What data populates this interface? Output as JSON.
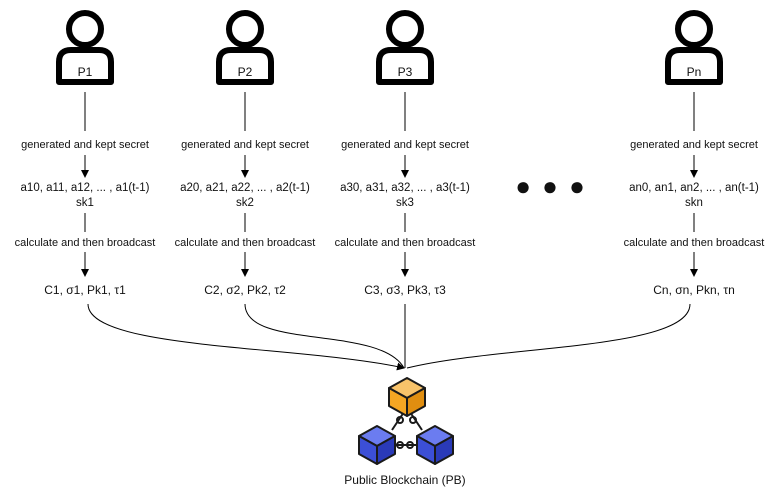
{
  "participants": [
    {
      "name": "P1",
      "secret_step": "generated and kept secret",
      "coefficients": "a10, a11, a12, ... , a1(t-1)",
      "secret_key": "sk1",
      "broadcast_step": "calculate and then broadcast",
      "commitments": "C1, σ1, Pk1, τ1"
    },
    {
      "name": "P2",
      "secret_step": "generated and kept secret",
      "coefficients": "a20, a21, a22, ... , a2(t-1)",
      "secret_key": "sk2",
      "broadcast_step": "calculate and then broadcast",
      "commitments": "C2, σ2, Pk2, τ2"
    },
    {
      "name": "P3",
      "secret_step": "generated and kept secret",
      "coefficients": "a30, a31, a32, ... , a3(t-1)",
      "secret_key": "sk3",
      "broadcast_step": "calculate and then broadcast",
      "commitments": "C3, σ3, Pk3, τ3"
    },
    {
      "name": "Pn",
      "secret_step": "generated and kept secret",
      "coefficients": "an0, an1, an2, ... , an(t-1)",
      "secret_key": "skn",
      "broadcast_step": "calculate and then broadcast",
      "commitments": "Cn, σn, Pkn, τn"
    }
  ],
  "ellipsis": "● ● ●",
  "blockchain": {
    "label": "Public Blockchain (PB)",
    "icon": "blockchain-icon",
    "colors": {
      "top_cube": "#f5a623",
      "bottom_cubes": "#3c4fd6",
      "outline": "#1a1a1a"
    }
  }
}
